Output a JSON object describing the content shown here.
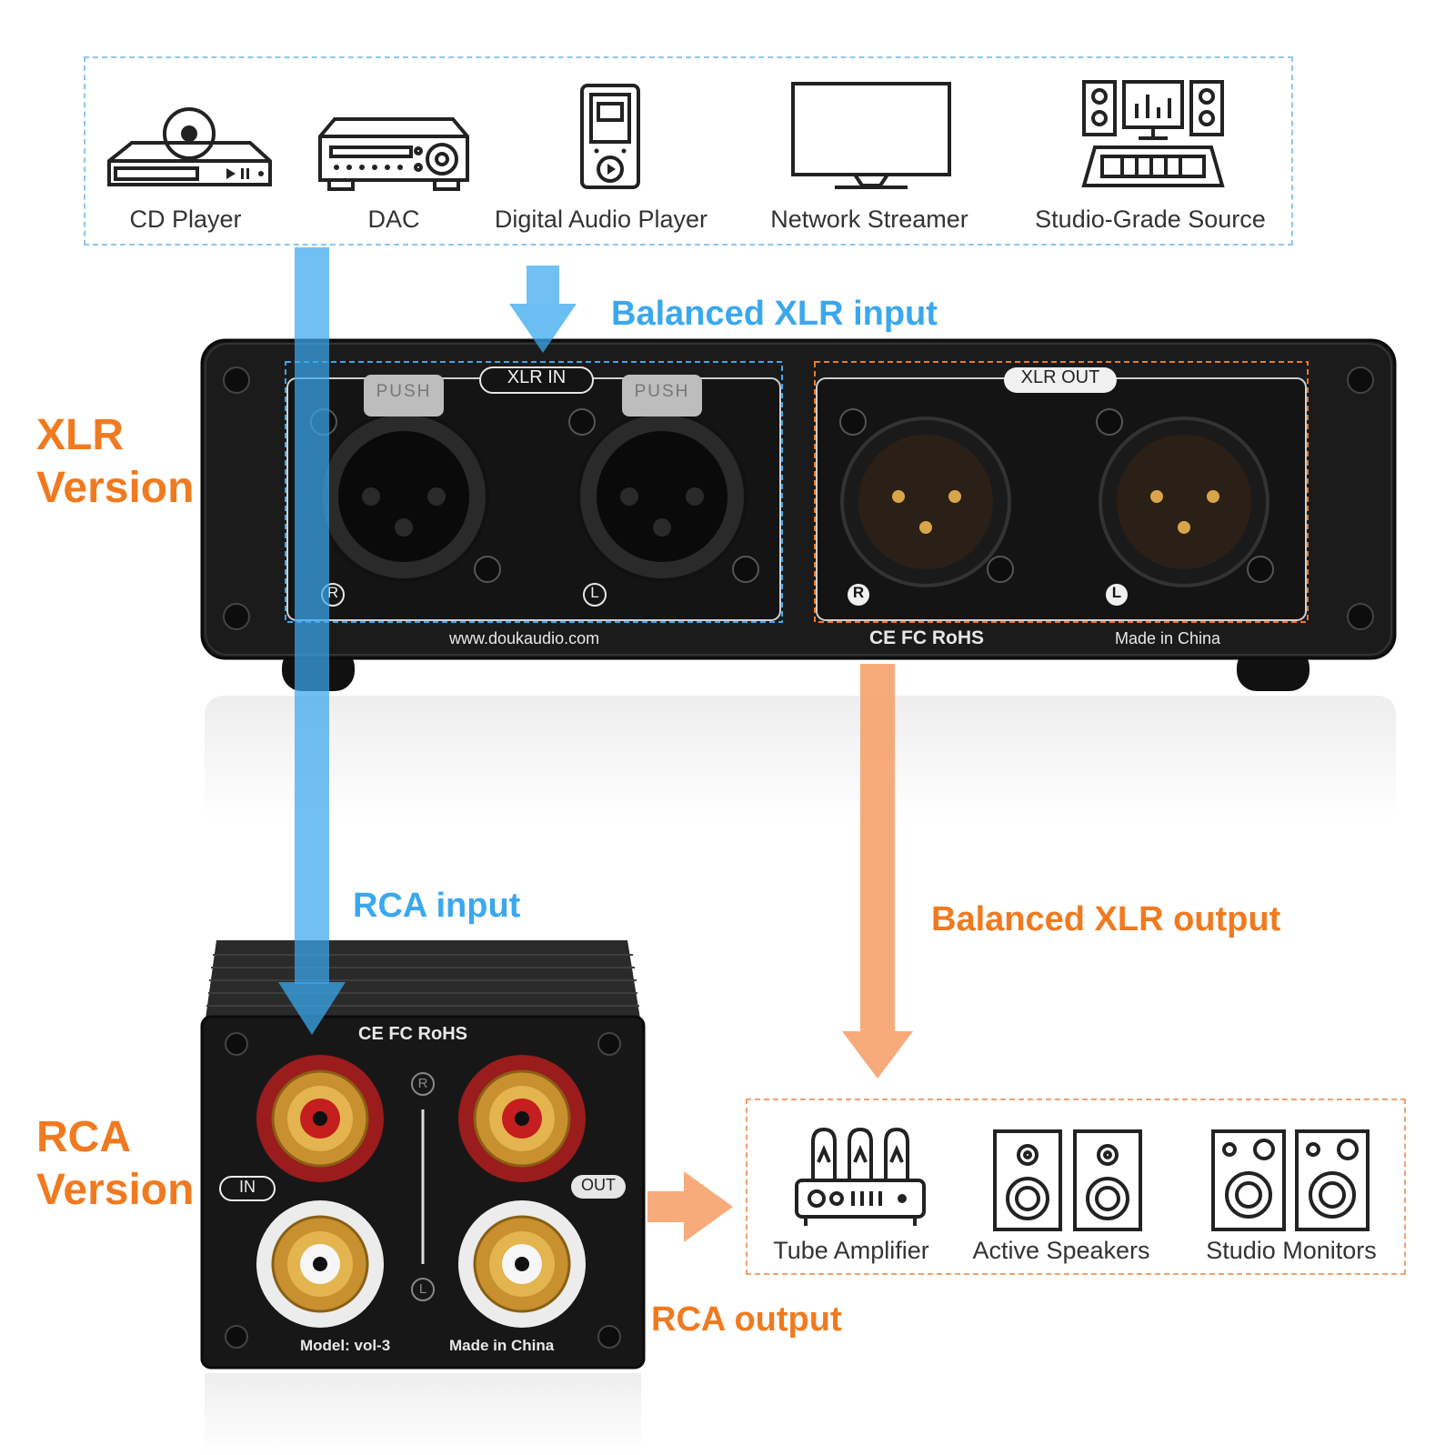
{
  "sources": [
    {
      "label": "CD Player",
      "icon": "cd-player-icon"
    },
    {
      "label": "DAC",
      "icon": "dac-icon"
    },
    {
      "label": "Digital Audio Player",
      "icon": "digital-audio-player-icon"
    },
    {
      "label": "Network Streamer",
      "icon": "network-streamer-icon"
    },
    {
      "label": "Studio-Grade Source",
      "icon": "studio-source-icon"
    }
  ],
  "destinations": [
    {
      "label": "Tube Amplifier",
      "icon": "tube-amplifier-icon"
    },
    {
      "label": "Active Speakers",
      "icon": "active-speakers-icon"
    },
    {
      "label": "Studio Monitors",
      "icon": "studio-monitors-icon"
    }
  ],
  "annotations": {
    "balanced_input": "Balanced XLR input",
    "balanced_output": "Balanced XLR output",
    "rca_input": "RCA input",
    "rca_output": "RCA output"
  },
  "versions": {
    "xlr": {
      "line1": "XLR",
      "line2": "Version"
    },
    "rca": {
      "line1": "RCA",
      "line2": "Version"
    }
  },
  "xlr_device": {
    "in_label": "XLR IN",
    "out_label": "XLR OUT",
    "push": "PUSH",
    "right": "R",
    "left": "L",
    "website": "www.doukaudio.com",
    "certs": "CE FC RoHS",
    "made_in": "Made in China"
  },
  "rca_device": {
    "certs": "CE FC RoHS",
    "in_label": "IN",
    "out_label": "OUT",
    "right": "R",
    "left": "L",
    "model": "Model: vol-3",
    "made_in": "Made in China"
  },
  "colors": {
    "blue": "#3aa8ee",
    "orange": "#f07a20",
    "device": "#161616"
  }
}
